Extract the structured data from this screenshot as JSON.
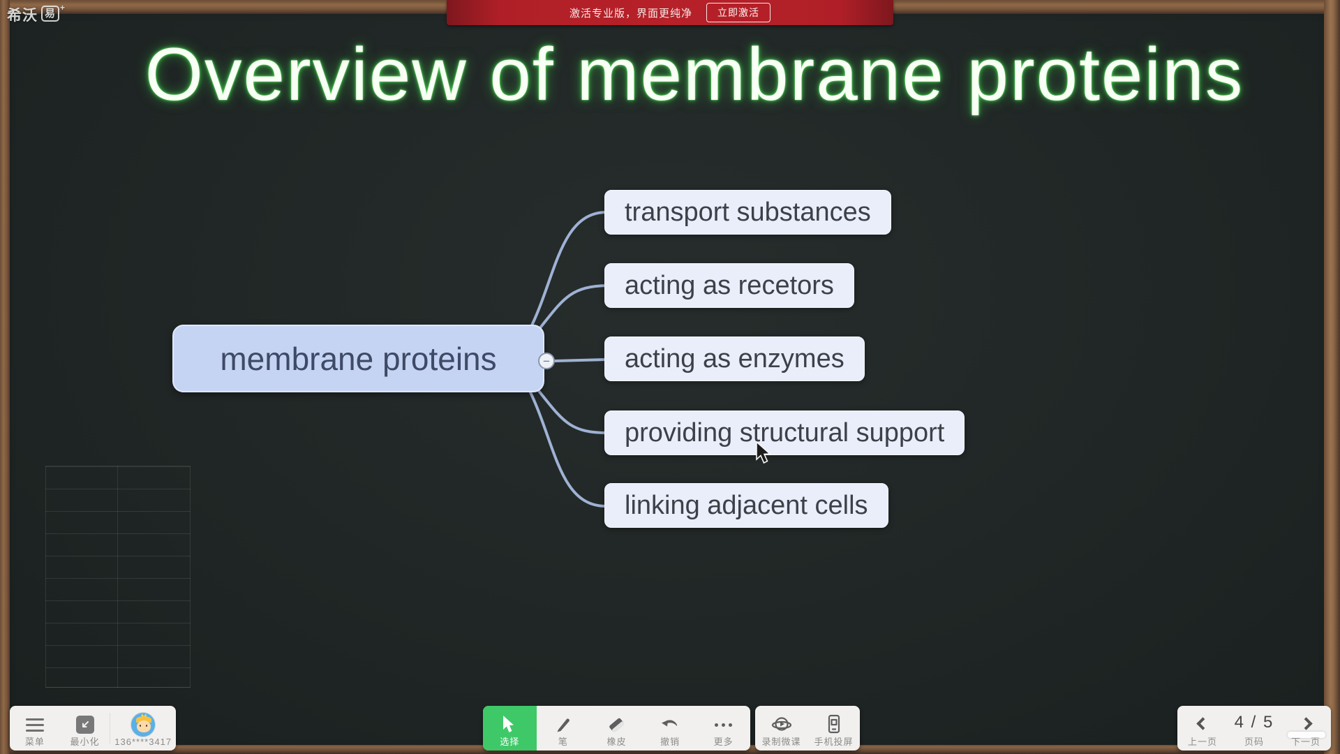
{
  "window": {
    "logo_brand": "希沃",
    "logo_badge": "易",
    "logo_plus": "+"
  },
  "activation_banner": {
    "message": "激活专业版，界面更纯净",
    "action": "立即激活"
  },
  "slide": {
    "title": "Overview of membrane proteins",
    "mindmap": {
      "root": "membrane proteins",
      "children": [
        "transport substances",
        "acting as recetors",
        "acting as enzymes",
        "providing structural support",
        "linking adjacent cells"
      ],
      "collapse_glyph": "−"
    }
  },
  "toolbar_left": {
    "menu": "菜单",
    "minimize": "最小化",
    "account": "136****3417"
  },
  "toolbar_tools": {
    "select": "选择",
    "pen": "笔",
    "eraser": "橡皮",
    "undo": "撤销",
    "more": "更多"
  },
  "toolbar_capture": {
    "record": "录制微课",
    "cast": "手机投屏"
  },
  "pager": {
    "prev": "上一页",
    "page_no": "4 / 5",
    "page_label": "页码",
    "next": "下一页"
  },
  "colors": {
    "banner_red": "#b72129",
    "accent_green": "#3fc868",
    "title_glow": "#3ed04a",
    "root_node_bg": "#c6d4f4",
    "child_node_bg": "#e9eefa",
    "connector": "#9fb2d4"
  }
}
